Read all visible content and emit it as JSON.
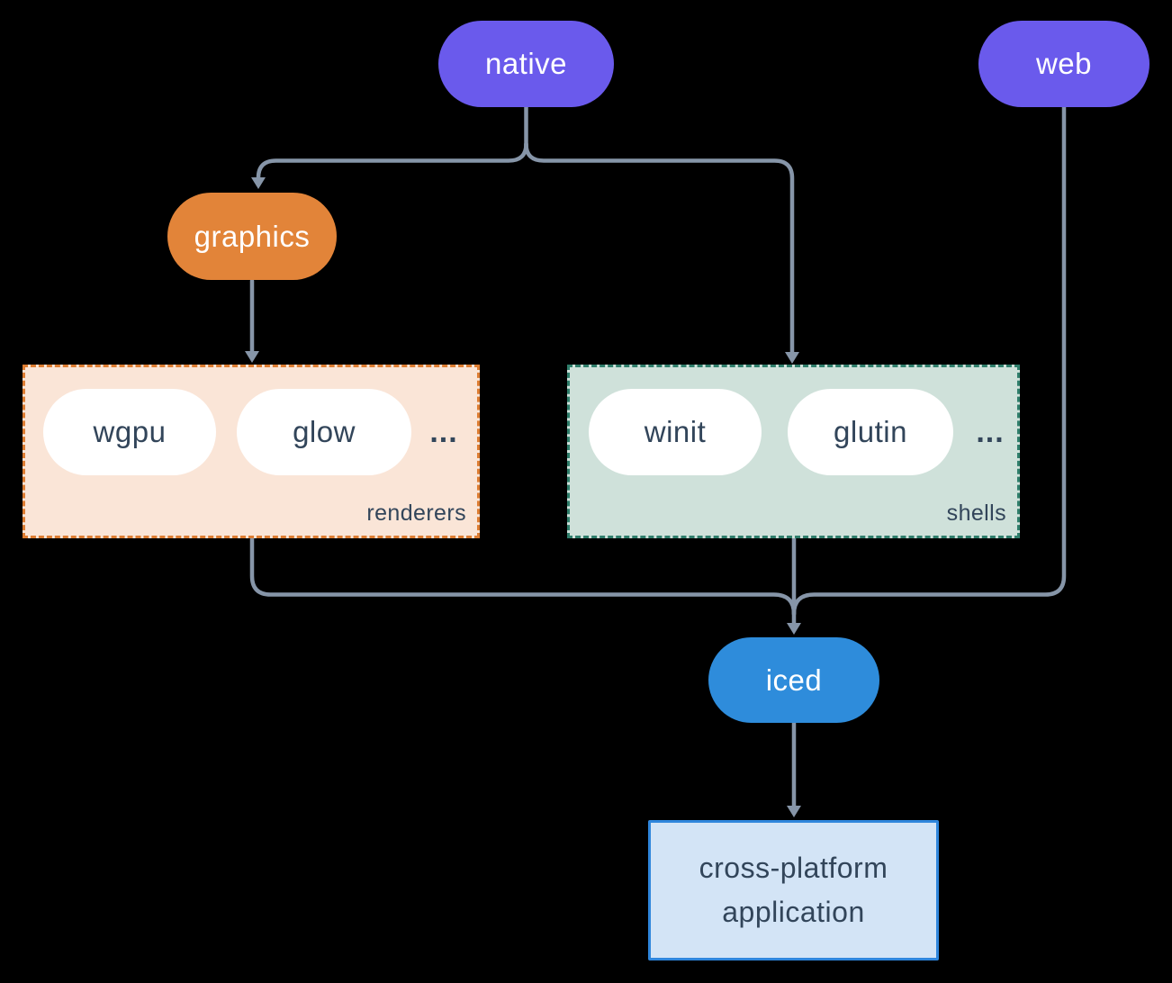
{
  "colors": {
    "canvas_bg": "#000000",
    "purple": "#6A5AEC",
    "orange": "#E28439",
    "blue": "#2E8CDB",
    "connector": "#8695A8",
    "renderers_fill": "#FAE5D7",
    "renderers_border": "#DD7D32",
    "shells_fill": "#CFE1DA",
    "shells_border": "#2F7E6B",
    "app_fill": "#D3E4F6",
    "app_border": "#2F86DC",
    "slate": "#32455A",
    "white_pill": "#FFFFFF"
  },
  "diagram": {
    "nodes": {
      "native": "native",
      "web": "web",
      "graphics": "graphics",
      "iced": "iced"
    },
    "renderers": {
      "label": "renderers",
      "items": [
        "wgpu",
        "glow"
      ],
      "more": "..."
    },
    "shells": {
      "label": "shells",
      "items": [
        "winit",
        "glutin"
      ],
      "more": "..."
    },
    "application": {
      "line1": "cross-platform",
      "line2": "application"
    }
  }
}
